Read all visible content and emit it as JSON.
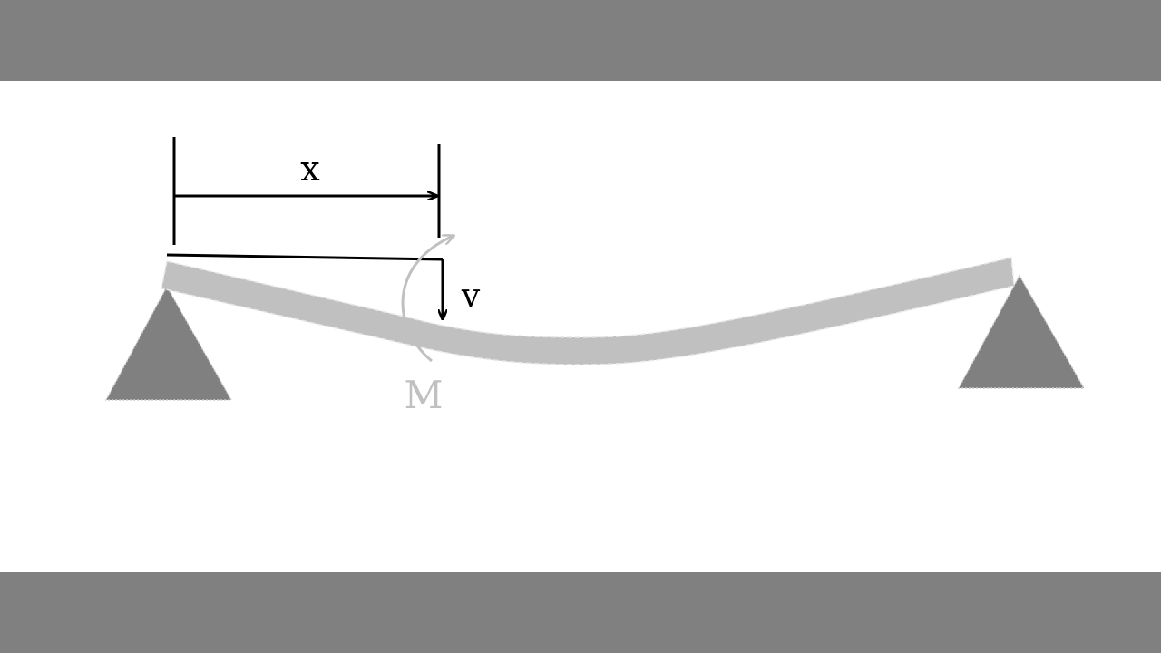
{
  "labels": {
    "distance": "x",
    "shear": "v",
    "moment": "M"
  },
  "colors": {
    "beam": "#c0c0c0",
    "support": "#808080",
    "ink": "#000000",
    "moment": "#c0c0c0",
    "frame": "#808080"
  }
}
